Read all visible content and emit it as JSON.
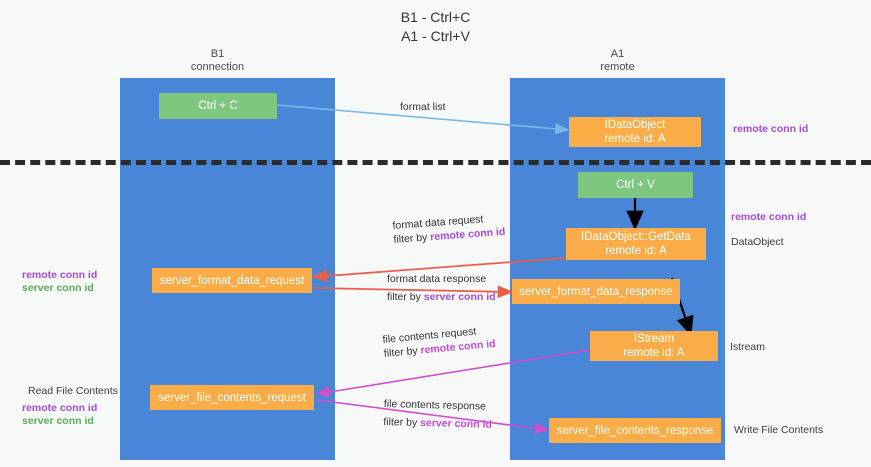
{
  "title": {
    "line1": "B1 - Ctrl+C",
    "line2": "A1 - Ctrl+V"
  },
  "lanes": [
    {
      "id": "b1",
      "head_line1": "B1",
      "head_line2": "connection"
    },
    {
      "id": "a1",
      "head_line1": "A1",
      "head_line2": "remote"
    }
  ],
  "nodes": {
    "ctrl_c": {
      "line1": "Ctrl + C",
      "line2": ""
    },
    "idataobject": {
      "line1": "IDataObject",
      "line2": "remote id: A"
    },
    "ctrl_v": {
      "line1": "Ctrl + V",
      "line2": ""
    },
    "getdata": {
      "line1": "IDataObject::GetData",
      "line2": "remote id: A"
    },
    "fmt_req": {
      "line1": "server_format_data_request",
      "line2": ""
    },
    "fmt_resp": {
      "line1": "server_format_data_response",
      "line2": ""
    },
    "istream": {
      "line1": "IStream",
      "line2": "remote id: A"
    },
    "file_req": {
      "line1": "server_file_contents_request",
      "line2": ""
    },
    "file_resp": {
      "line1": "server_file_contents_response",
      "line2": ""
    }
  },
  "edges": {
    "format_list": {
      "line1": "format list",
      "line2": ""
    },
    "fmt_data_request": {
      "line1": "format data request",
      "filter_prefix": "filter by ",
      "filter_key": "remote conn id"
    },
    "fmt_data_response": {
      "line1": "format data response",
      "filter_prefix": "filter by ",
      "filter_key": "server conn id"
    },
    "file_request": {
      "line1": "file contents request",
      "filter_prefix": "filter by ",
      "filter_key": "remote conn id"
    },
    "file_response": {
      "line1": "file contents response",
      "filter_prefix": "filter by ",
      "filter_key": "server conn id"
    }
  },
  "annotations": {
    "right_remote_top": "remote conn id",
    "right_remote_mid": "remote conn id",
    "right_dataobject": "DataObject",
    "right_istream": "Istream",
    "right_write_file": "Write File Contents",
    "left_remote_conn": "remote conn id",
    "left_server_conn": "server conn id",
    "left_read_file": "Read File Contents",
    "left_remote_conn_2": "remote conn id",
    "left_server_conn_2": "server conn id"
  },
  "colors": {
    "lane": "#4a86d8",
    "green_node": "#7ec77f",
    "orange_node": "#f9ac47",
    "purple": "#a54bd6",
    "green_text": "#5aab5d",
    "divider": "#2b2b2b",
    "blue_arrow": "#7ab8e8",
    "red_arrow": "#e8604c",
    "magenta_arrow": "#cf4fd0",
    "black_arrow": "#000000"
  }
}
